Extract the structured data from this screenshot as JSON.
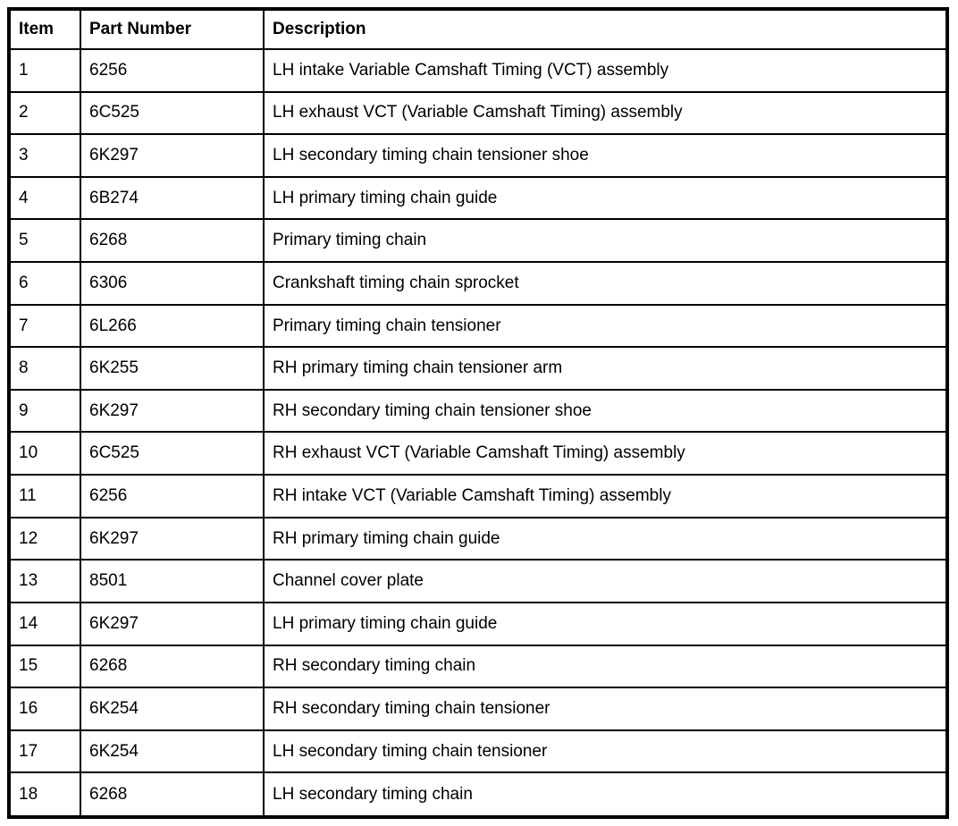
{
  "page": {
    "background": "#ffffff"
  },
  "table": {
    "colors": {
      "border": "#000000",
      "text": "#000000",
      "background": "#ffffff"
    },
    "headers": [
      "Item",
      "Part Number",
      "Description"
    ],
    "rows": [
      {
        "item": "1",
        "part": "6256",
        "desc": "LH intake Variable Camshaft Timing (VCT) assembly"
      },
      {
        "item": "2",
        "part": "6C525",
        "desc": "LH exhaust VCT (Variable Camshaft Timing) assembly"
      },
      {
        "item": "3",
        "part": "6K297",
        "desc": "LH secondary timing chain tensioner shoe"
      },
      {
        "item": "4",
        "part": "6B274",
        "desc": "LH primary timing chain guide"
      },
      {
        "item": "5",
        "part": "6268",
        "desc": "Primary timing chain"
      },
      {
        "item": "6",
        "part": "6306",
        "desc": "Crankshaft timing chain sprocket"
      },
      {
        "item": "7",
        "part": "6L266",
        "desc": "Primary timing chain tensioner"
      },
      {
        "item": "8",
        "part": "6K255",
        "desc": "RH primary timing chain tensioner arm"
      },
      {
        "item": "9",
        "part": "6K297",
        "desc": "RH secondary timing chain tensioner shoe"
      },
      {
        "item": "10",
        "part": "6C525",
        "desc": "RH exhaust VCT (Variable Camshaft Timing) assembly"
      },
      {
        "item": "11",
        "part": "6256",
        "desc": "RH intake VCT (Variable Camshaft Timing) assembly"
      },
      {
        "item": "12",
        "part": "6K297",
        "desc": "RH primary timing chain guide"
      },
      {
        "item": "13",
        "part": "8501",
        "desc": "Channel cover plate"
      },
      {
        "item": "14",
        "part": "6K297",
        "desc": "LH primary timing chain guide"
      },
      {
        "item": "15",
        "part": "6268",
        "desc": "RH secondary timing chain"
      },
      {
        "item": "16",
        "part": "6K254",
        "desc": "RH secondary timing chain tensioner"
      },
      {
        "item": "17",
        "part": "6K254",
        "desc": "LH secondary timing chain tensioner"
      },
      {
        "item": "18",
        "part": "6268",
        "desc": "LH secondary timing chain"
      }
    ]
  }
}
